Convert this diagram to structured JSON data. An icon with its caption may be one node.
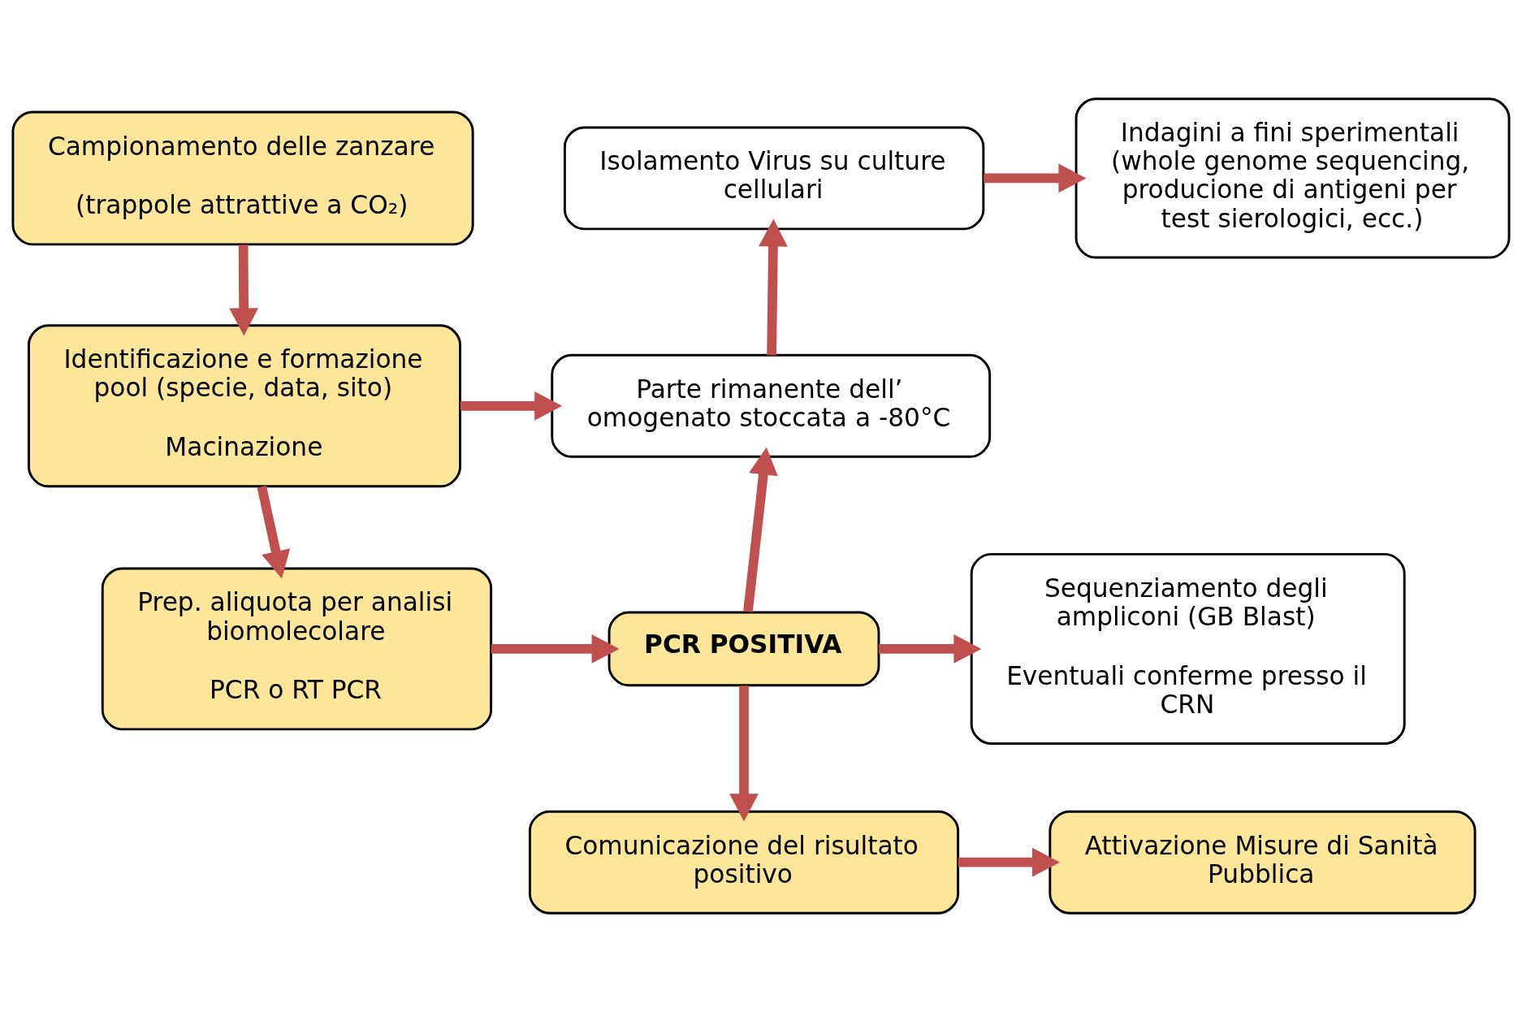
{
  "diagram": {
    "nodes": [
      {
        "text": [
          "Campionamento delle zanzare",
          "(trappole attrattive a CO₂)"
        ]
      },
      {
        "text": [
          "Identificazione e formazione pool (specie, data, sito)",
          "Macinazione"
        ]
      },
      {
        "text": [
          "Prep. aliquota per analisi biomolecolare",
          "PCR o RT PCR"
        ]
      },
      {
        "text": [
          "Isolamento Virus su culture cellulari"
        ]
      },
      {
        "text": [
          "Indagini a fini sperimentali (whole genome sequencing, producione di antigeni per test sierologici, ecc.)"
        ]
      },
      {
        "text": [
          "Parte rimanente dell’ omogenato stoccata a -80°C"
        ]
      },
      {
        "text": [
          "PCR POSITIVA"
        ]
      },
      {
        "text": [
          "Sequenziamento degli ampliconi (GB Blast)",
          "Eventuali conferme presso il CRN"
        ]
      },
      {
        "text": [
          "Comunicazione del risultato positivo"
        ]
      },
      {
        "text": [
          "Attivazione Misure di Sanità Pubblica"
        ]
      }
    ],
    "edges": [
      {
        "from": 0,
        "to": 1,
        "arrow": "to"
      },
      {
        "from": 1,
        "to": 2,
        "arrow": "to"
      },
      {
        "from": 1,
        "to": 5,
        "arrow": "to"
      },
      {
        "from": 2,
        "to": 6,
        "arrow": "to"
      },
      {
        "from": 6,
        "to": 5,
        "arrow": "to"
      },
      {
        "from": 5,
        "to": 3,
        "arrow": "to"
      },
      {
        "from": 3,
        "to": 4,
        "arrow": "to"
      },
      {
        "from": 6,
        "to": 7,
        "arrow": "to"
      },
      {
        "from": 6,
        "to": 8,
        "arrow": "to"
      },
      {
        "from": 8,
        "to": 9,
        "arrow": "to"
      }
    ]
  }
}
